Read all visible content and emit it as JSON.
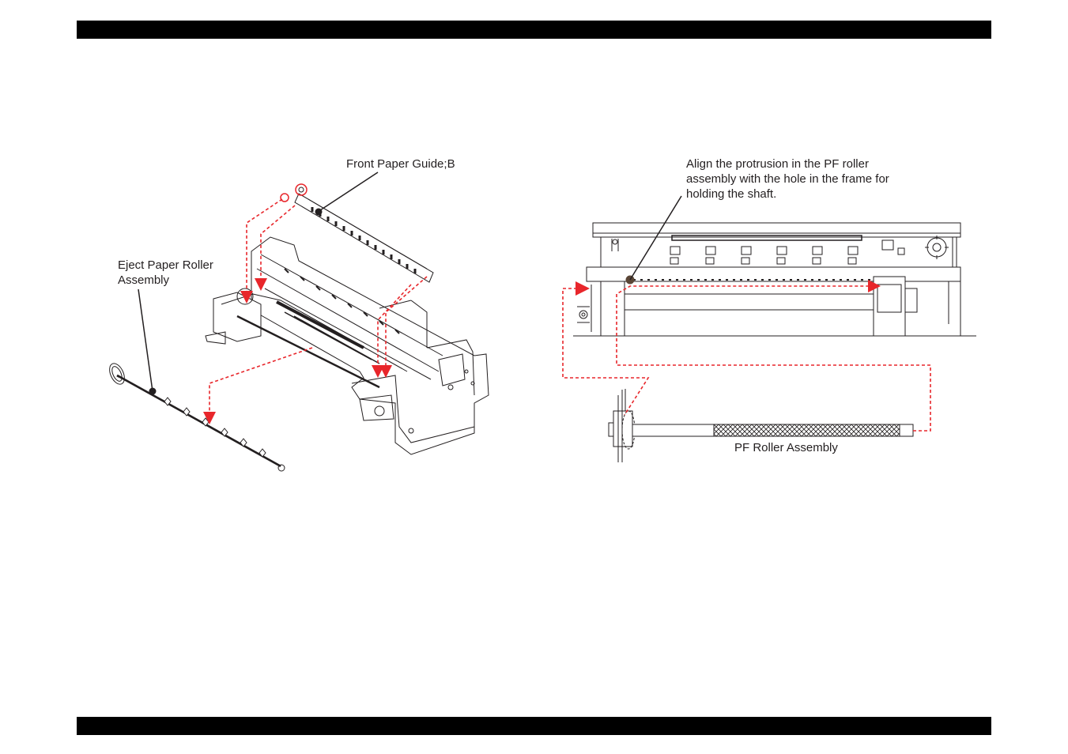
{
  "labels": {
    "front_paper_guide": "Front Paper Guide;B",
    "eject_roller": "Eject Paper Roller\nAssembly",
    "align_note": "Align the protrusion in the PF roller\nassembly with the hole in the frame for\nholding the shaft.",
    "pf_roller": "PF Roller Assembly"
  },
  "colors": {
    "header_bar": "#000000",
    "arrow": "#e8262b",
    "line": "#231f20",
    "accent_dot": "#5a4636"
  }
}
